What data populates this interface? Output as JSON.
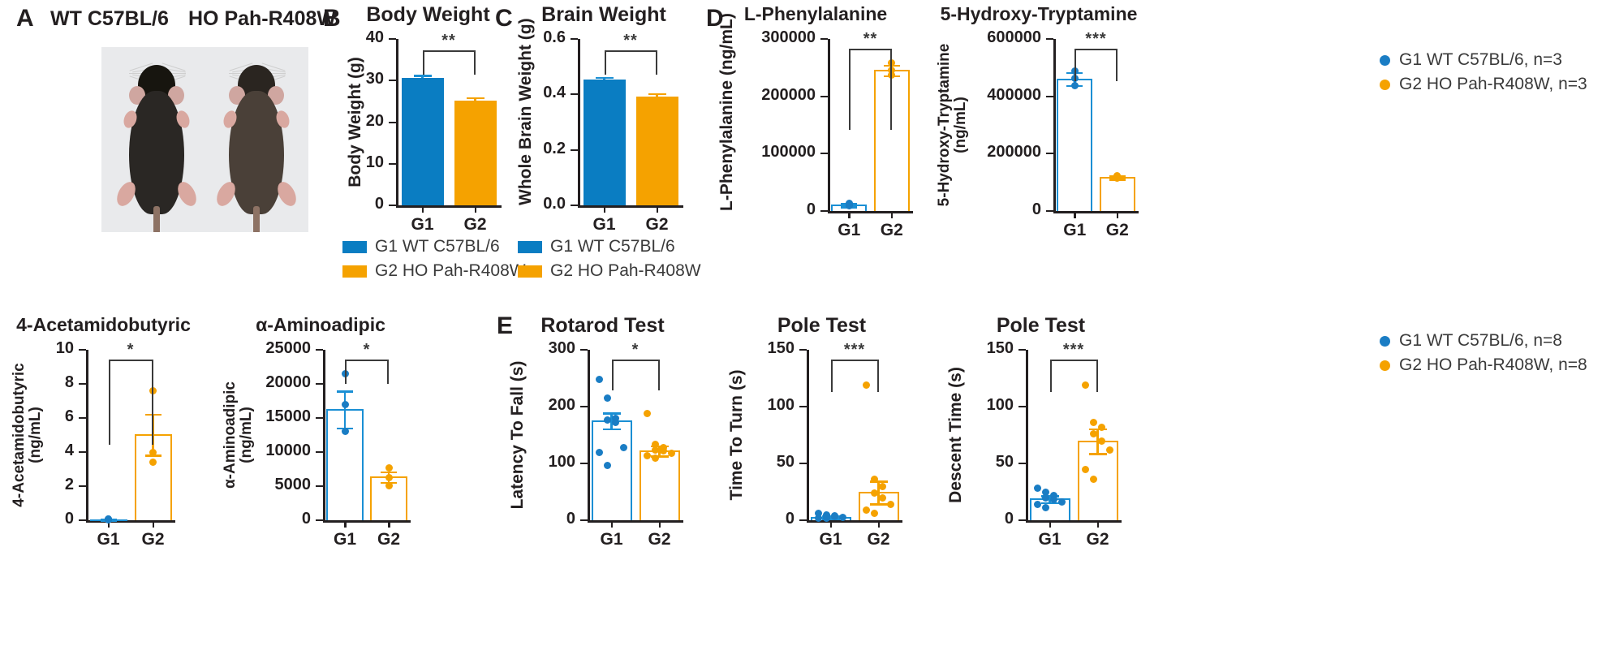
{
  "figure": {
    "panels": [
      {
        "letter": "A"
      },
      {
        "letter": "B"
      },
      {
        "letter": "C"
      },
      {
        "letter": "D"
      },
      {
        "letter": "E"
      }
    ]
  },
  "panelA": {
    "label_left": "WT C57BL/6",
    "label_right": "HO Pah-R408W",
    "photo_alt": "Two mice photographed from above"
  },
  "legends": {
    "bar_legend_b": [
      {
        "label": "G1 WT C57BL/6",
        "color": "#0a7dc2"
      },
      {
        "label": "G2 HO Pah-R408W",
        "color": "#f5a200"
      }
    ],
    "bar_legend_c": [
      {
        "label": "G1 WT C57BL/6",
        "color": "#0a7dc2"
      },
      {
        "label": "G2 HO Pah-R408W",
        "color": "#f5a200"
      }
    ],
    "dot_legend_d": [
      {
        "label": "G1 WT C57BL/6, n=3",
        "color": "#1a7dc4"
      },
      {
        "label": "G2 HO Pah-R408W, n=3",
        "color": "#f5a200"
      }
    ],
    "dot_legend_e": [
      {
        "label": "G1 WT C57BL/6, n=8",
        "color": "#1a7dc4"
      },
      {
        "label": "G2 HO Pah-R408W, n=8",
        "color": "#f5a200"
      }
    ]
  },
  "chart_data": [
    {
      "id": "body_weight",
      "type": "bar",
      "title": "Body Weight",
      "ylabel": "Body Weight (g)",
      "xlabel": "",
      "categories": [
        "G1",
        "G2"
      ],
      "values": [
        30.6,
        25.1
      ],
      "errors": [
        0.75,
        0.9
      ],
      "ylim": [
        0,
        40
      ],
      "yticks": [
        0,
        10,
        20,
        30,
        40
      ],
      "ytick_labels": [
        "0",
        "10",
        "20",
        "30",
        "40"
      ],
      "bar_style": "filled",
      "colors": [
        "#0a7dc2",
        "#f5a200"
      ],
      "significance": "**",
      "grid": false
    },
    {
      "id": "brain_weight",
      "type": "bar",
      "title": "Brain Weight",
      "ylabel": "Whole Brain Weight (g)",
      "xlabel": "",
      "categories": [
        "G1",
        "G2"
      ],
      "values": [
        0.455,
        0.392
      ],
      "errors": [
        0.008,
        0.012
      ],
      "ylim": [
        0,
        0.6
      ],
      "yticks": [
        0,
        0.2,
        0.4,
        0.6
      ],
      "ytick_labels": [
        "0.0",
        "0.2",
        "0.4",
        "0.6"
      ],
      "bar_style": "filled",
      "colors": [
        "#0a7dc2",
        "#f5a200"
      ],
      "significance": "**",
      "grid": false
    },
    {
      "id": "l_phenylalanine",
      "type": "bar",
      "title": "L-Phenylalanine",
      "ylabel": "L-Phenylalanine (ng/mL)",
      "xlabel": "",
      "categories": [
        "G1",
        "G2"
      ],
      "values": [
        11000,
        246000
      ],
      "errors": [
        3000,
        9000
      ],
      "points": {
        "G1": [
          9500,
          11000,
          13000
        ],
        "G2": [
          237000,
          246000,
          258000
        ]
      },
      "ylim": [
        0,
        300000
      ],
      "yticks": [
        0,
        100000,
        200000,
        300000
      ],
      "ytick_labels": [
        "0",
        "100000",
        "200000",
        "300000"
      ],
      "bar_style": "open",
      "colors": [
        "#1a8fd4",
        "#f5a200"
      ],
      "significance": "**",
      "grid": false
    },
    {
      "id": "five_ht",
      "type": "bar",
      "title": "5-Hydroxy-Tryptamine",
      "ylabel": "5-Hydroxy-Tryptamine (ng/mL)",
      "ylabel_line1": "5-Hydroxy-Tryptamine",
      "ylabel_line2": "(ng/mL)",
      "xlabel": "",
      "categories": [
        "G1",
        "G2"
      ],
      "values": [
        462000,
        119000
      ],
      "errors": [
        22000,
        6000
      ],
      "points": {
        "G1": [
          438000,
          462000,
          487000
        ],
        "G2": [
          114000,
          119000,
          124000
        ]
      },
      "ylim": [
        0,
        600000
      ],
      "yticks": [
        0,
        200000,
        400000,
        600000
      ],
      "ytick_labels": [
        "0",
        "200000",
        "400000",
        "600000"
      ],
      "bar_style": "open",
      "colors": [
        "#1a8fd4",
        "#f5a200"
      ],
      "significance": "***",
      "grid": false
    },
    {
      "id": "acetamidobutyric",
      "type": "bar",
      "title": "4-Acetamidobutyric",
      "ylabel": "4-Acetamidobutyric (ng/mL)",
      "ylabel_line1": "4-Acetamidobutyric",
      "ylabel_line2": "(ng/mL)",
      "xlabel": "",
      "categories": [
        "G1",
        "G2"
      ],
      "values": [
        0.05,
        5.05
      ],
      "errors": [
        0.03,
        1.2
      ],
      "points": {
        "G1": [
          0.03,
          0.05,
          0.07
        ],
        "G2": [
          3.4,
          4.0,
          7.6
        ]
      },
      "ylim": [
        0,
        10
      ],
      "yticks": [
        0,
        2,
        4,
        6,
        8,
        10
      ],
      "ytick_labels": [
        "0",
        "2",
        "4",
        "6",
        "8",
        "10"
      ],
      "bar_style": "open",
      "colors": [
        "#1a8fd4",
        "#f5a200"
      ],
      "significance": "*",
      "grid": false
    },
    {
      "id": "aminoadipic",
      "type": "bar",
      "title": "α-Aminoadipic",
      "ylabel": "α-Aminoadipic (ng/mL)",
      "ylabel_line1": "α-Aminoadipic",
      "ylabel_line2": "(ng/mL)",
      "xlabel": "",
      "categories": [
        "G1",
        "G2"
      ],
      "values": [
        16300,
        6400
      ],
      "errors": [
        2700,
        800
      ],
      "points": {
        "G1": [
          13000,
          17000,
          21500
        ],
        "G2": [
          5100,
          6300,
          7700
        ]
      },
      "ylim": [
        0,
        25000
      ],
      "yticks": [
        0,
        5000,
        10000,
        15000,
        20000,
        25000
      ],
      "ytick_labels": [
        "0",
        "5000",
        "10000",
        "15000",
        "20000",
        "25000"
      ],
      "bar_style": "open",
      "colors": [
        "#1a8fd4",
        "#f5a200"
      ],
      "significance": "*",
      "grid": false
    },
    {
      "id": "rotarod",
      "type": "bar",
      "title": "Rotarod Test",
      "ylabel": "Latency To Fall (s)",
      "xlabel": "",
      "categories": [
        "G1",
        "G2"
      ],
      "values": [
        176,
        123
      ],
      "errors": [
        14,
        9
      ],
      "points": {
        "G1": [
          248,
          215,
          180,
          176,
          172,
          128,
          120,
          96
        ],
        "G2": [
          188,
          134,
          128,
          124,
          122,
          118,
          114,
          110
        ]
      },
      "ylim": [
        0,
        300
      ],
      "yticks": [
        0,
        100,
        200,
        300
      ],
      "ytick_labels": [
        "0",
        "100",
        "200",
        "300"
      ],
      "bar_style": "open",
      "colors": [
        "#1a8fd4",
        "#f5a200"
      ],
      "significance": "*",
      "grid": false
    },
    {
      "id": "pole_turn",
      "type": "bar",
      "title": "Pole Test",
      "ylabel": "Time To Turn (s)",
      "xlabel": "",
      "categories": [
        "G1",
        "G2"
      ],
      "values": [
        3.0,
        25.0
      ],
      "errors": [
        1.2,
        10.0
      ],
      "points": {
        "G1": [
          6,
          5,
          4,
          3.5,
          3,
          2.5,
          2,
          1.5
        ],
        "G2": [
          119,
          36,
          30,
          24,
          20,
          14,
          9,
          6
        ]
      },
      "ylim": [
        0,
        150
      ],
      "yticks": [
        0,
        50,
        100,
        150
      ],
      "ytick_labels": [
        "0",
        "50",
        "100",
        "150"
      ],
      "bar_style": "open",
      "colors": [
        "#1a8fd4",
        "#f5a200"
      ],
      "significance": "***",
      "grid": false
    },
    {
      "id": "pole_descent",
      "type": "bar",
      "title": "Pole Test",
      "ylabel": "Descent Time (s)",
      "xlabel": "",
      "categories": [
        "G1",
        "G2"
      ],
      "values": [
        19,
        70
      ],
      "errors": [
        3,
        11
      ],
      "points": {
        "G1": [
          28,
          25,
          22,
          20,
          18,
          16,
          14,
          11
        ],
        "G2": [
          119,
          86,
          82,
          76,
          70,
          62,
          45,
          36
        ]
      },
      "ylim": [
        0,
        150
      ],
      "yticks": [
        0,
        50,
        100,
        150
      ],
      "ytick_labels": [
        "0",
        "50",
        "100",
        "150"
      ],
      "bar_style": "open",
      "colors": [
        "#1a8fd4",
        "#f5a200"
      ],
      "significance": "***",
      "grid": false
    }
  ]
}
